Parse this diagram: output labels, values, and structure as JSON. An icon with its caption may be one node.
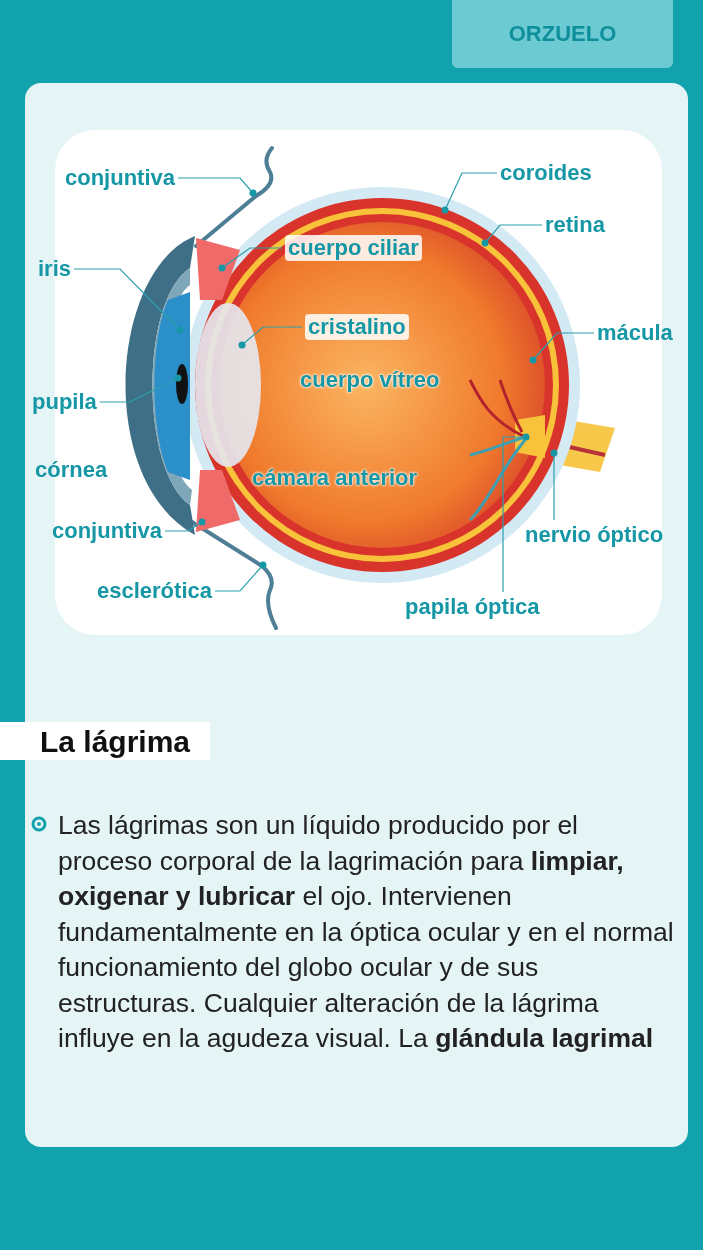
{
  "diagram": {
    "title": "La lágrima",
    "nodes": [
      {
        "text": [
          "conjuntiva"
        ]
      },
      {
        "text": [
          "iris"
        ]
      },
      {
        "text": [
          "cuerpo ciliar"
        ]
      },
      {
        "text": [
          "cristalino"
        ]
      },
      {
        "text": [
          "pupila"
        ]
      },
      {
        "text": [
          "conjuntiva"
        ]
      },
      {
        "text": [
          "esclerótica"
        ]
      },
      {
        "text": [
          "coroides"
        ]
      },
      {
        "text": [
          "retina"
        ]
      },
      {
        "text": [
          "mácula"
        ]
      },
      {
        "text": [
          "nervio óptico"
        ]
      },
      {
        "text": [
          "papila óptica"
        ]
      }
    ],
    "edges": [
      {
        "from": 0,
        "to": null,
        "arrow": "other"
      },
      {
        "from": 1,
        "to": null,
        "arrow": "other"
      },
      {
        "from": 2,
        "to": null,
        "arrow": "other"
      },
      {
        "from": 3,
        "to": null,
        "arrow": "other"
      },
      {
        "from": 4,
        "to": null,
        "arrow": "other"
      },
      {
        "from": 5,
        "to": null,
        "arrow": "other"
      },
      {
        "from": 6,
        "to": null,
        "arrow": "other"
      },
      {
        "from": 7,
        "to": null,
        "arrow": "other"
      },
      {
        "from": 8,
        "to": null,
        "arrow": "other"
      },
      {
        "from": 9,
        "to": null,
        "arrow": "other"
      },
      {
        "from": 10,
        "to": null,
        "arrow": "other"
      },
      {
        "from": 11,
        "to": null,
        "arrow": "other"
      }
    ],
    "labels": [
      "ORZUELO",
      "córnea",
      "cuerpo vítreo",
      "cámara anterior",
      "Las lágrimas son un líquido producido por el proceso corporal de la lagrimación para **limpiar, oxigenar y lubricar** el ojo. Intervienen fundamentalmente en la óptica ocular y en el normal funcionamiento del globo ocular y de sus estructuras. Cualquier alteración de la lágrima influye en la agudeza visual. La **glándula lagrimal**"
    ]
  }
}
